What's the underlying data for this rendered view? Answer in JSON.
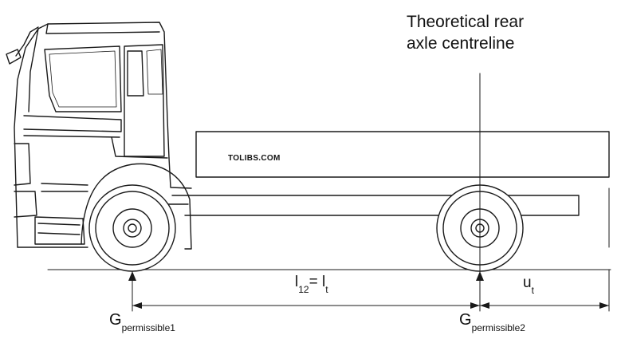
{
  "title": {
    "line1": "Theoretical rear",
    "line2": "axle centreline"
  },
  "watermark": "TOLIBS.COM",
  "dimensions": {
    "wheelbase": {
      "main": "l",
      "sub1": "12",
      "eq": "= l",
      "sub2": "t"
    },
    "overhang": {
      "main": "u",
      "sub": "t"
    }
  },
  "loads": {
    "front": {
      "main": "G",
      "sub": "permissible1"
    },
    "rear": {
      "main": "G",
      "sub": "permissible2"
    }
  },
  "colors": {
    "line": "#1a1a1a",
    "background": "#ffffff"
  }
}
